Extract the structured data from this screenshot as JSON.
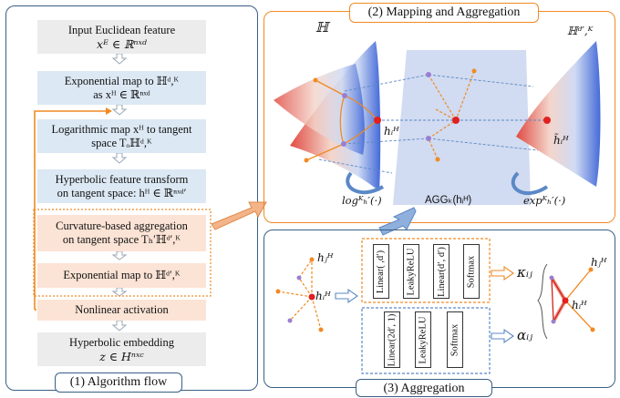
{
  "panel1": {
    "title": "(1) Algorithm flow",
    "steps": [
      {
        "line1": "Input Euclidean feature",
        "line2": "xᴱ ∈ ℝⁿˣᵈ"
      },
      {
        "line1": "Exponential map to ℍᵈ,ᴷ",
        "line2": "as xᴴ ∈ ℝⁿˣᵈ"
      },
      {
        "line1": "Logarithmic map xᴴ to tangent",
        "line2": "space Tₒℍᵈ,ᴷ"
      },
      {
        "line1": "Hyperbolic feature transform",
        "line2": "on tangent space: hᴴ ∈ ℝⁿˣᵈ′"
      },
      {
        "line1": "Curvature-based aggregation",
        "line2": "on tangent space Tₕ′ℍᵈ′,ᴷ"
      },
      {
        "line1": "Exponential map to ℍᵈ′,ᴷ",
        "line2": ""
      },
      {
        "line1": "Nonlinear activation",
        "line2": ""
      },
      {
        "line1": "Hyperbolic embedding",
        "line2": "z ∈ Hⁿˣᶜ"
      }
    ]
  },
  "panel2": {
    "title": "(2) Mapping and Aggregation",
    "left_space": "ℍ",
    "right_space": "ℍᵈ′,ᴷ",
    "hi_left": "hᵢᴴ",
    "hi_right": "h̃ᵢᴴ",
    "log_label": "logᴷₕ′(·)",
    "agg_label": "AGGₖ(hᵢᴴ)",
    "exp_label": "expᴷₕ′(·)"
  },
  "panel3": {
    "title": "(3) Aggregation",
    "hj": "hⱼᴴ",
    "hi": "hᵢᴴ",
    "top_layers": [
      "Linear( ,d′)",
      "LeakyReLU",
      "Linear(d′, d′)",
      "Softmax"
    ],
    "bottom_layers": [
      "Linear(2d′, 1)",
      "LeakyReLU",
      "Softmax"
    ],
    "kappa": "κᵢⱼ",
    "alpha": "αᵢⱼ",
    "out_hj": "hⱼᴴ",
    "out_hi": "hᵢᴴ"
  },
  "colors": {
    "panel_border": "#3a5f86",
    "orange": "#f08a24",
    "blue_box": "#dce8f3",
    "peach_box": "#fbe3d5",
    "gray_box": "#ececec"
  }
}
